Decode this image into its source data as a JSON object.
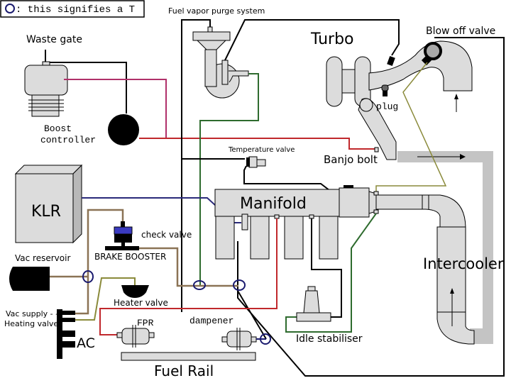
{
  "legend": {
    "symbol": "O",
    "text": ": this signifies a T",
    "symbol_color": "#1a1a6e"
  },
  "labels": {
    "waste_gate": "Waste gate",
    "fuel_vapor_purge": "Fuel vapor purge system",
    "turbo": "Turbo",
    "blow_off_valve": "Blow off valve",
    "plug": "plug",
    "boost_controller_1": "Boost",
    "boost_controller_2": "controller",
    "temperature_valve": "Temperature valve",
    "banjo_bolt": "Banjo bolt",
    "klr": "KLR",
    "manifold": "Manifold",
    "check_valve": "check valve",
    "brake_booster": "BRAKE BOOSTER",
    "vac_reservoir": "Vac reservoir",
    "heater_valve": "Heater valve",
    "vac_supply": "Vac supply - -",
    "heating_valve": "Heating valve",
    "ac": "AC",
    "fpr": "FPR",
    "dampener": "dampener",
    "fuel_rail": "Fuel Rail",
    "idle_stabiliser": "Idle stabiliser",
    "intercooler": "Intercooler"
  },
  "colors": {
    "vacuum_black": "#000000",
    "boost_magenta": "#b0306a",
    "red_line": "#c0282c",
    "green_line": "#2e6b2e",
    "olive_line": "#8a8a3a",
    "brown_line": "#8b7355",
    "blue_line": "#2a2a7a",
    "tee_blue": "#1a1a6e",
    "part_grey": "#dcdcdc",
    "pipe_grey": "#c4c4c4",
    "check_valve_blue": "#3a3ac0"
  }
}
